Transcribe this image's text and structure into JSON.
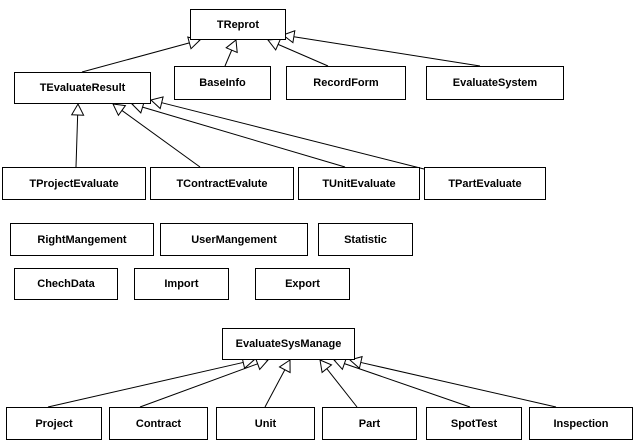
{
  "diagram": {
    "type": "class-inheritance",
    "colors": {
      "line": "#000000",
      "box_border": "#000000",
      "box_fill": "#ffffff",
      "text": "#000000"
    },
    "classes": {
      "treprot": "TReprot",
      "base_info": "BaseInfo",
      "record_form": "RecordForm",
      "evaluate_system": "EvaluateSystem",
      "tevaluate_result": "TEvaluateResult",
      "tproject_evaluate": "TProjectEvaluate",
      "tcontract_evalute": "TContractEvalute",
      "tunit_evaluate": "TUnitEvaluate",
      "tpart_evaluate": "TPartEvaluate",
      "right_mangement": "RightMangement",
      "user_mangement": "UserMangement",
      "statistic": "Statistic",
      "chech_data": "ChechData",
      "import": "Import",
      "export": "Export",
      "evaluate_sys_manage": "EvaluateSysManage",
      "project": "Project",
      "contract": "Contract",
      "unit": "Unit",
      "part": "Part",
      "spot_test": "SpotTest",
      "inspection": "Inspection"
    },
    "inheritance": [
      {
        "child": "tevaluate_result",
        "parent": "treprot"
      },
      {
        "child": "base_info",
        "parent": "treprot"
      },
      {
        "child": "record_form",
        "parent": "treprot"
      },
      {
        "child": "evaluate_system",
        "parent": "treprot"
      },
      {
        "child": "tproject_evaluate",
        "parent": "tevaluate_result"
      },
      {
        "child": "tcontract_evalute",
        "parent": "tevaluate_result"
      },
      {
        "child": "tunit_evaluate",
        "parent": "tevaluate_result"
      },
      {
        "child": "tpart_evaluate",
        "parent": "tevaluate_result"
      },
      {
        "child": "project",
        "parent": "evaluate_sys_manage"
      },
      {
        "child": "contract",
        "parent": "evaluate_sys_manage"
      },
      {
        "child": "unit",
        "parent": "evaluate_sys_manage"
      },
      {
        "child": "part",
        "parent": "evaluate_sys_manage"
      },
      {
        "child": "spot_test",
        "parent": "evaluate_sys_manage"
      },
      {
        "child": "inspection",
        "parent": "evaluate_sys_manage"
      }
    ]
  }
}
